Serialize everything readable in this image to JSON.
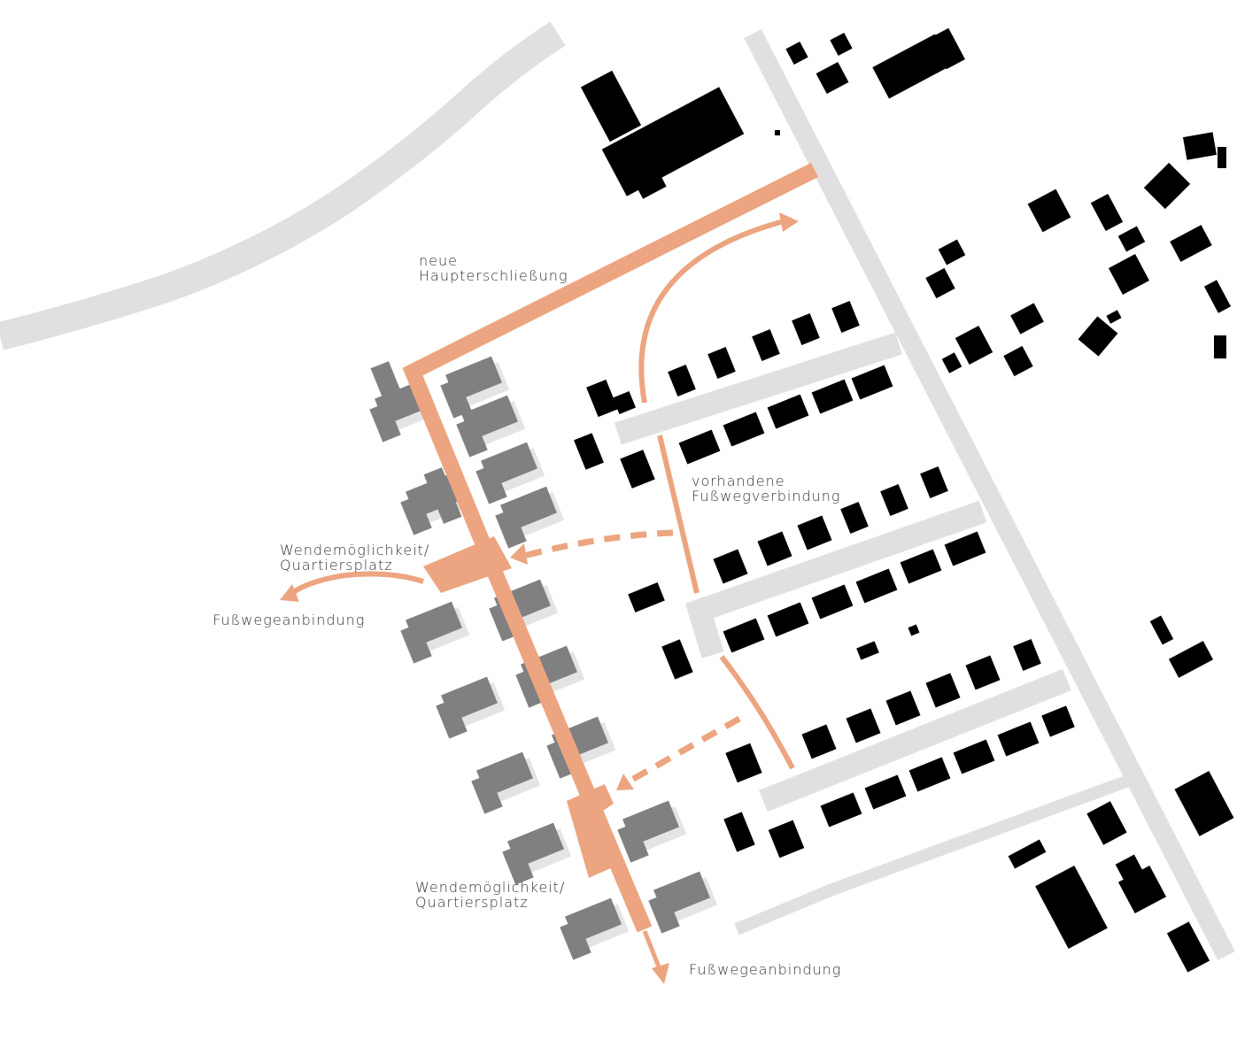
{
  "colors": {
    "access": "#eca580",
    "road": "#e0e0e0",
    "new_buildings": "#808080",
    "existing_buildings": "#000000"
  },
  "labels": {
    "main_access": [
      "neue",
      "Haupterschließung"
    ],
    "existing_footpath": [
      "vorhandene",
      "Fußwegverbindung"
    ],
    "plaza_1": [
      "Wendemöglichkeit/",
      "Quartiersplatz"
    ],
    "plaza_2": [
      "Wendemöglichkeit/",
      "Quartiersplatz"
    ],
    "footpath_west": "Fußwegeanbindung",
    "footpath_south": "Fußwegeanbindung"
  }
}
